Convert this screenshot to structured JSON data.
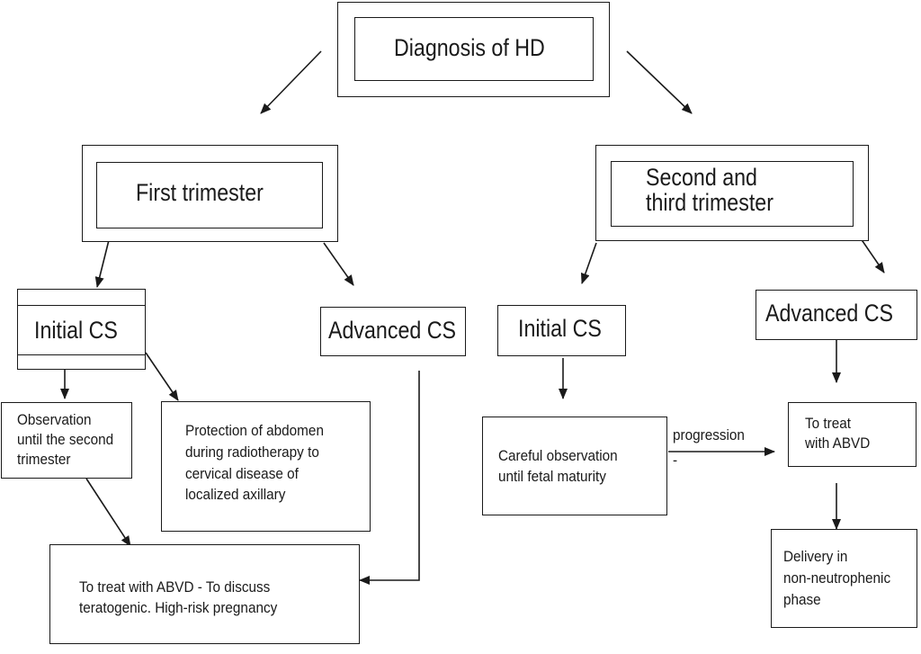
{
  "nodes": {
    "diagnosis": "Diagnosis of HD",
    "first_trimester": "First trimester",
    "second_third_trimester": "Second and\nthird trimester",
    "left_initial_cs": "Initial CS",
    "left_advanced_cs": "Advanced CS",
    "right_initial_cs": "Initial CS",
    "right_advanced_cs": "Advanced CS",
    "observation_second_trimester": "Observation\nuntil the second\ntrimester",
    "protection_abdomen": "Protection of abdomen\nduring radiotherapy to\ncervical disease of\nlocalized axillary",
    "treat_abvd_discuss": "To treat with ABVD - To discuss\nteratogenic. High-risk pregnancy",
    "careful_observation": "Careful observation\nuntil fetal maturity",
    "right_treat_abvd": "To treat\nwith ABVD",
    "delivery": "Delivery in\nnon-neutrophenic\nphase"
  },
  "edge_labels": {
    "progression": "progression",
    "progression_dash": "-"
  }
}
